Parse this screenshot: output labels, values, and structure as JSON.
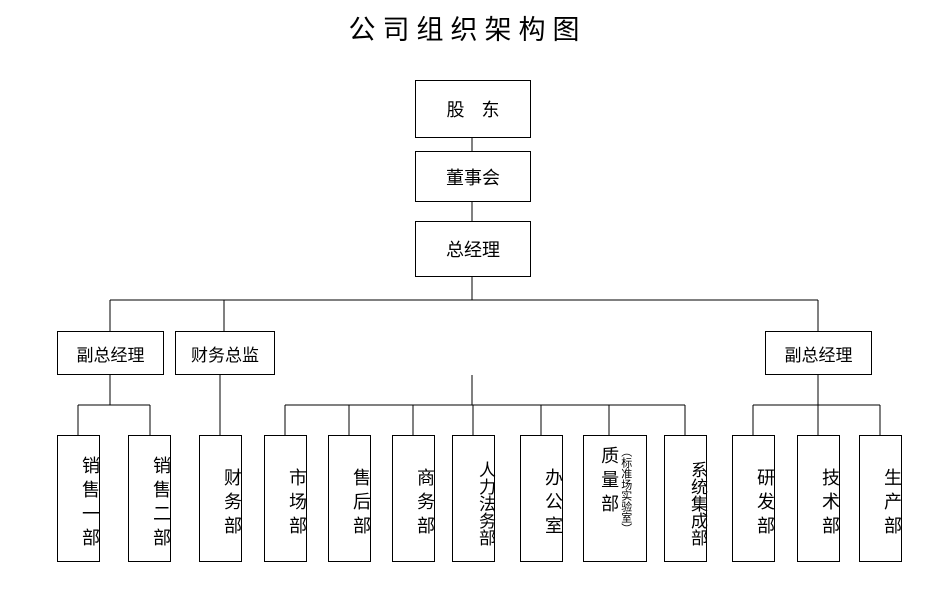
{
  "page": {
    "title": "公司组织架构图",
    "background_color": "#ffffff",
    "line_color": "#000000"
  },
  "nodes": {
    "shareholders": {
      "label": "股 东"
    },
    "board": {
      "label": "董事会"
    },
    "general_manager": {
      "label": "总经理"
    },
    "deputy_gm_left": {
      "label": "副总经理"
    },
    "finance_director": {
      "label": "财务总监"
    },
    "deputy_gm_right": {
      "label": "副总经理"
    },
    "sales_one": {
      "label": "销售一部"
    },
    "sales_two": {
      "label": "销售二部"
    },
    "finance_dept": {
      "label": "财务部"
    },
    "marketing_dept": {
      "label": "市场部"
    },
    "aftersales_dept": {
      "label": "售后部"
    },
    "business_dept": {
      "label": "商务部"
    },
    "hr_legal_dept": {
      "label": "人力法务部"
    },
    "office": {
      "label": "办公室"
    },
    "quality_dept": {
      "label": "质量部",
      "note": "（标准场实验室）"
    },
    "system_integration_dept": {
      "label": "系统集成部"
    },
    "rd_dept": {
      "label": "研发部"
    },
    "technology_dept": {
      "label": "技术部"
    },
    "production_dept": {
      "label": "生产部"
    }
  }
}
